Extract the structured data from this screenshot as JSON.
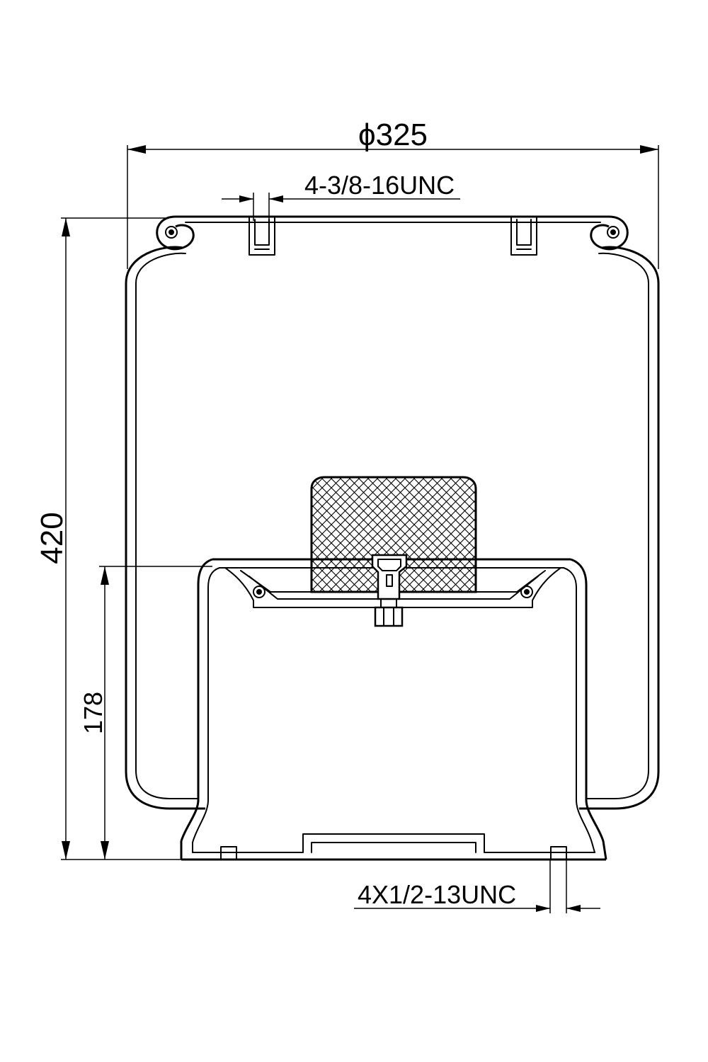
{
  "dimensions": {
    "diameter": {
      "symbol": "ϕ",
      "value": "325"
    },
    "height": "420",
    "piston_height": "178",
    "top_thread": "4-3/8-16UNC",
    "bottom_thread": "4X1/2-13UNC"
  },
  "colors": {
    "line": "#000000",
    "background": "#ffffff"
  }
}
